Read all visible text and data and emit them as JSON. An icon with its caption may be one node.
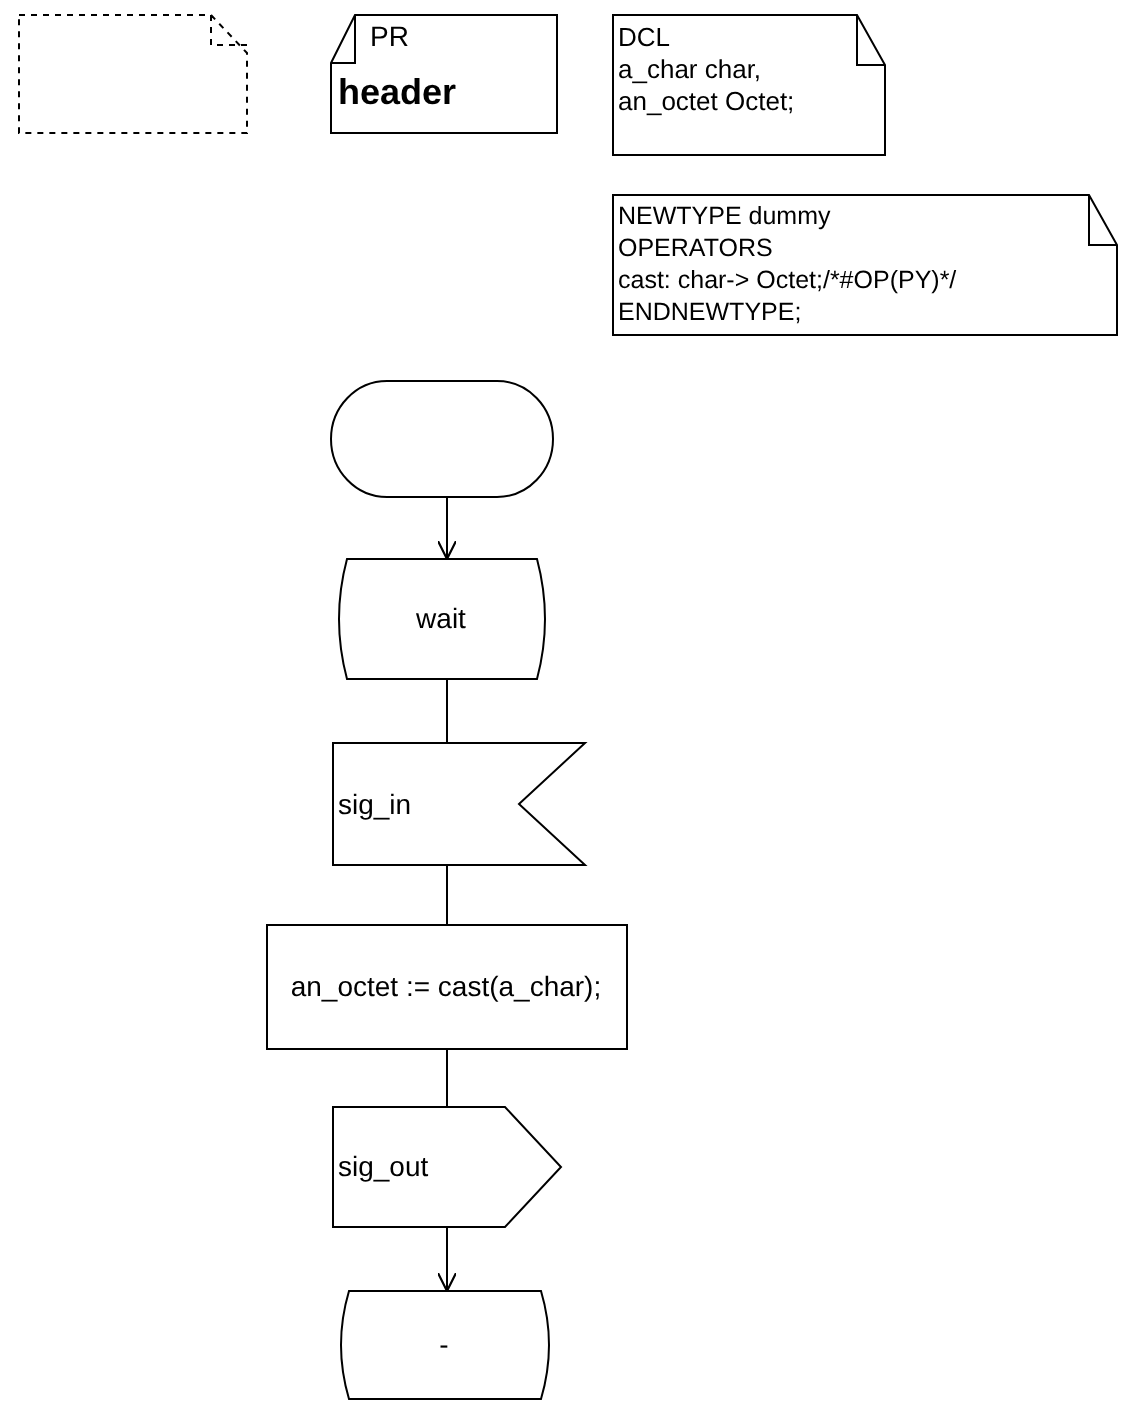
{
  "diagram": {
    "nodes": [
      {
        "text": [],
        "shape": "note"
      },
      {
        "text": [
          "PR",
          "header"
        ]
      },
      {
        "text": [
          "DCL",
          "a_char char,",
          "an_octet Octet;"
        ]
      },
      {
        "text": [
          "NEWTYPE dummy",
          "OPERATORS",
          "cast: char-> Octet;/*#OP(PY)*/",
          "ENDNEWTYPE;"
        ]
      },
      {
        "text": [],
        "shape": "stadium"
      },
      {
        "text": [
          "wait"
        ]
      },
      {
        "text": [
          "sig_in"
        ]
      },
      {
        "text": [
          "an_octet := cast(a_char);"
        ]
      },
      {
        "text": [
          "sig_out"
        ]
      },
      {
        "text": [
          "-"
        ]
      }
    ],
    "edges": [
      {
        "from": 4,
        "to": 5,
        "arrow": "to"
      },
      {
        "from": 5,
        "to": 6,
        "arrow": "none"
      },
      {
        "from": 6,
        "to": 7,
        "arrow": "none"
      },
      {
        "from": 7,
        "to": 8,
        "arrow": "none"
      },
      {
        "from": 8,
        "to": 9,
        "arrow": "to"
      }
    ]
  }
}
